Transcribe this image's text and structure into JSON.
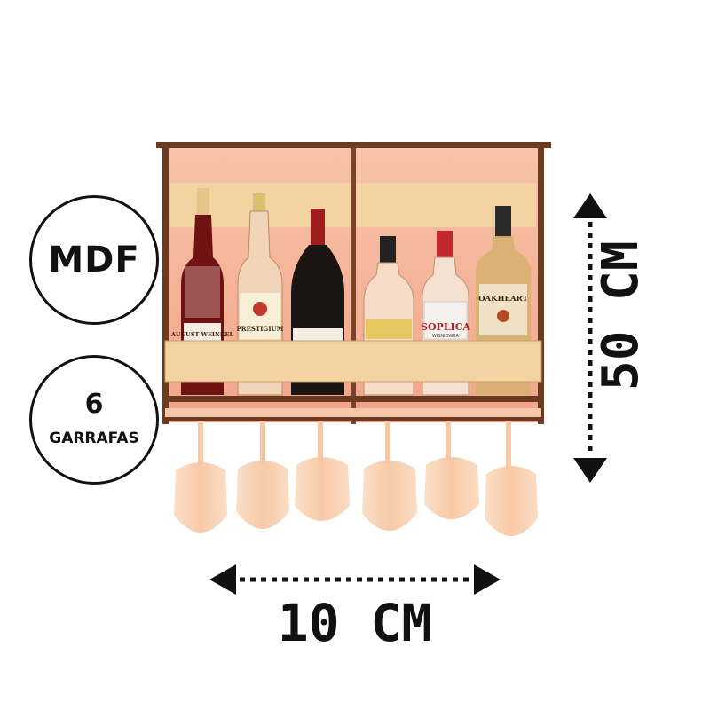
{
  "badges": {
    "material": "MDF",
    "capacity_number": "6",
    "capacity_word": "GARRAFAS"
  },
  "dimensions": {
    "height": "50 CM",
    "width": "10 CM"
  },
  "bottle_labels": {
    "b1": "AUGUST WEINKEL",
    "b2": "PRESTIGIUM",
    "b5": "SOPLICA",
    "b5_sub": "WISNIOWKA",
    "b6": "OAKHEART"
  },
  "colors": {
    "wood_light": "#f5d6a8",
    "wood_back": "#f6b59a",
    "wood_edge": "#5a2d1c",
    "glass": "#f7cba8",
    "arrow": "#111111"
  }
}
